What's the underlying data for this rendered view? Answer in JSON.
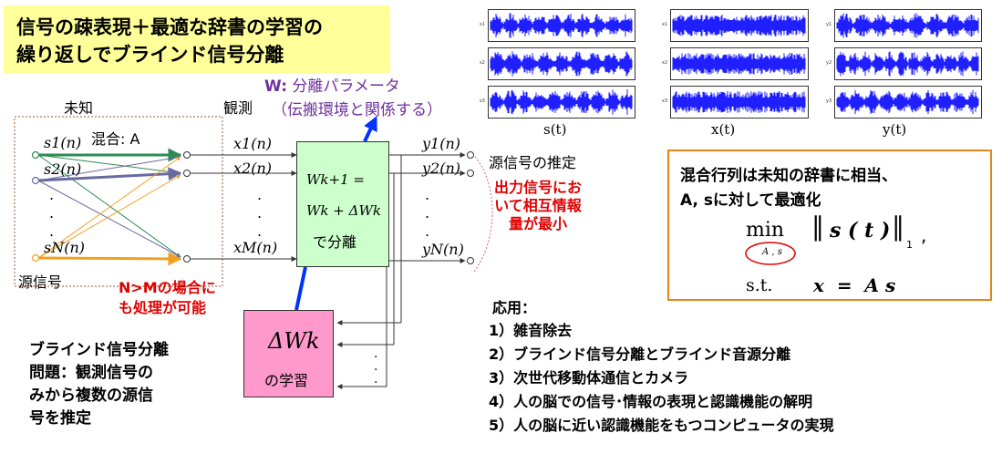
{
  "title": {
    "line1": "信号の疎表現＋最適な辞書の学習の",
    "line2": "繰り返しでブラインド信号分離"
  },
  "param": {
    "label": "W: 分離パラメータ",
    "sub": "（伝搬環境と関係する）"
  },
  "diagram": {
    "unknown_label": "未知",
    "observed_label": "観測",
    "mixing_label": "混合: A",
    "source_label": "源信号",
    "estimate_label": "源信号の推定",
    "sources": [
      "s1(n)",
      "s2(n)",
      "sN(n)"
    ],
    "observations": [
      "x1(n)",
      "x2(n)",
      "xM(n)"
    ],
    "outputs": [
      "y1(n)",
      "y2(n)",
      "yN(n)"
    ],
    "separator": {
      "line1": "Wk+1 =",
      "line2": "Wk + ΔWk",
      "line3": "で分離"
    },
    "learning": {
      "symbol": "ΔWk",
      "label": "の学習"
    },
    "mi_note": [
      "出力信号にお",
      "いて相互情報",
      "量が最小"
    ],
    "nm_note": [
      "N>Mの場合に",
      "も処理が可能"
    ]
  },
  "waves": {
    "panels": [
      {
        "label": "s(t)",
        "channels": [
          "s1",
          "s2",
          "s3"
        ]
      },
      {
        "label": "x(t)",
        "channels": [
          "x1",
          "x2",
          "x3"
        ]
      },
      {
        "label": "y(t)",
        "channels": [
          "y1",
          "y2",
          "y3"
        ]
      }
    ],
    "color": "#1f1fff"
  },
  "optimization": {
    "line1": "混合行列は未知の辞書に相当、",
    "line2": "A, sに対して最適化",
    "min": "min",
    "min_sub": "A , s",
    "objective": "s ( t )",
    "norm_sub": "1",
    "comma": ",",
    "st": "s.t.",
    "constraint": "x  =  A s"
  },
  "bss_problem": [
    "ブラインド信号分離",
    "問題：観測信号の",
    "みから複数の源信",
    "号を推定"
  ],
  "applications": {
    "heading": "応用：",
    "items": [
      "1）雑音除去",
      "2）ブラインド信号分離とブラインド音源分離",
      "3）次世代移動体通信とカメラ",
      "4）人の脳での信号･情報の表現と認識機能の解明",
      "5）人の脳に近い認識機能をもつコンピュータの実現"
    ]
  },
  "colors": {
    "title_bg": "#ffff99",
    "green_box": "#ccffcc",
    "pink_box": "#ff99cc",
    "orange_border": "#e8841a",
    "blue_arrow": "#0033ff",
    "red_text": "#e00000",
    "purple_text": "#7030a0"
  }
}
